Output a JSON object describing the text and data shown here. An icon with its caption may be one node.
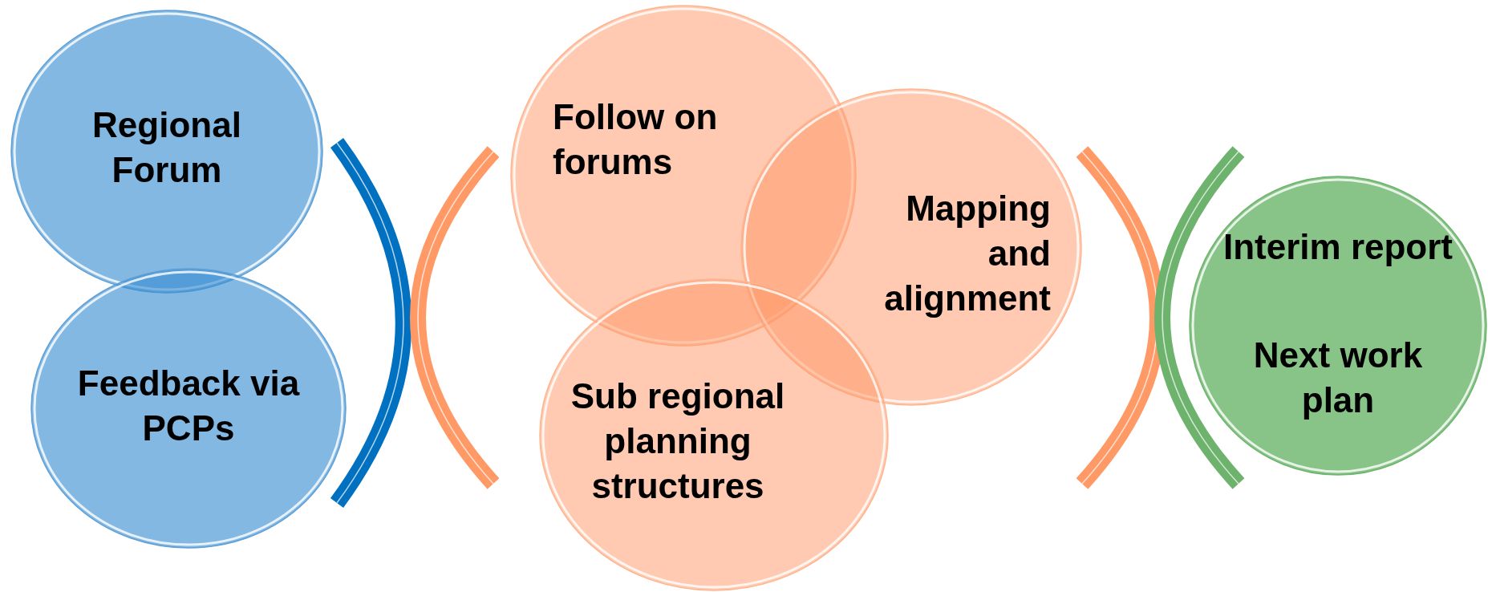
{
  "diagram": {
    "nodes": [
      {
        "text": [
          "Regional Forum"
        ]
      },
      {
        "text": [
          "Feedback via PCPs"
        ]
      },
      {
        "text": [
          "Follow on forums"
        ]
      },
      {
        "text": [
          "Mapping and alignment"
        ]
      },
      {
        "text": [
          "Sub regional planning structures"
        ]
      },
      {
        "text": [
          "Interim report",
          "Next work plan"
        ]
      }
    ]
  }
}
